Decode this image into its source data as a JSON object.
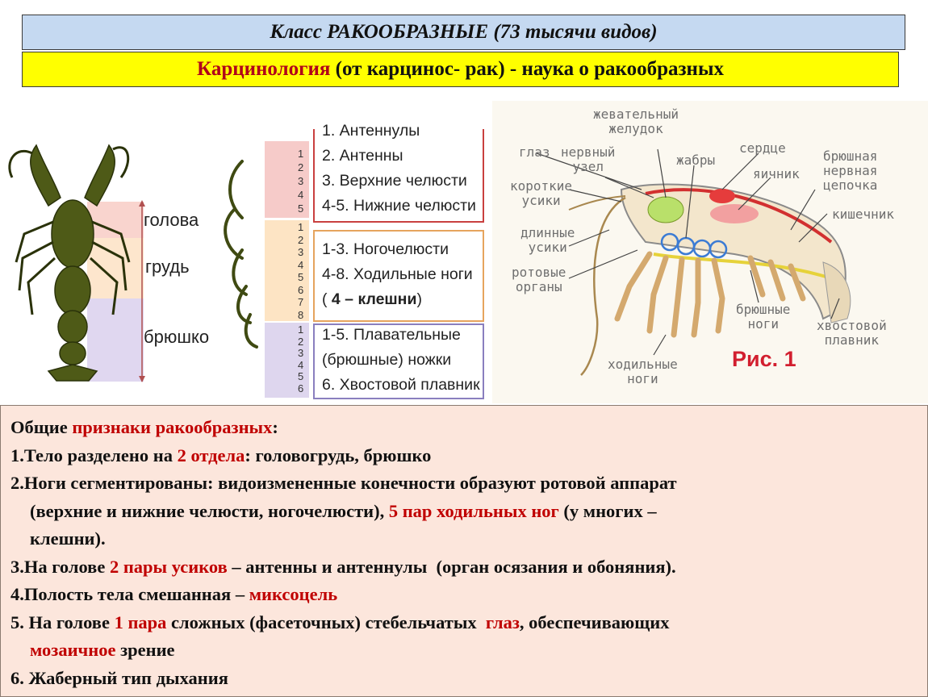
{
  "title": "Класс РАКООБРАЗНЫЕ (73 тысячи видов)",
  "subtitle": {
    "term": "Карцинология",
    "rest": " (от карцинос- рак) - наука о ракообразных"
  },
  "body_parts": {
    "head": "голова",
    "thorax": "грудь",
    "abdomen": "брюшко"
  },
  "segment_numbers": {
    "head": [
      "1",
      "2",
      "3",
      "4",
      "5"
    ],
    "thorax": [
      "1",
      "2",
      "3",
      "4",
      "5",
      "6",
      "7",
      "8"
    ],
    "abdomen": [
      "1",
      "2",
      "3",
      "4",
      "5",
      "6"
    ]
  },
  "appendages": {
    "head": [
      "1. Антеннулы",
      "2. Антенны",
      "3. Верхние челюсти",
      "4-5. Нижние челюсти"
    ],
    "thorax": [
      "1-3. Ногочелюсти",
      "4-8. Ходильные ноги"
    ],
    "thorax_note_open": "(",
    "thorax_note_bold": " 4 – клешни",
    "thorax_note_close": ")",
    "abdomen": [
      "1-5. Плавательные",
      "(брюшные) ножки",
      "6. Хвостовой плавник"
    ]
  },
  "anatomy_labels": {
    "stomach": [
      "жевательный",
      "желудок"
    ],
    "eye": "глаз",
    "ganglion": [
      "нервный",
      "узел"
    ],
    "gills": "жабры",
    "heart": "сердце",
    "ovary": "яичник",
    "nerve_cord": [
      "брюшная",
      "нервная",
      "цепочка"
    ],
    "short_antennae": [
      "короткие",
      "усики"
    ],
    "intestine": "кишечник",
    "long_antennae": [
      "длинные",
      "усики"
    ],
    "mouthparts": [
      "ротовые",
      "органы"
    ],
    "abdominal_legs": [
      "брюшные",
      "ноги"
    ],
    "tail_fin": [
      "хвостовой",
      "плавник"
    ],
    "walking_legs": [
      "ходильные",
      "ноги"
    ],
    "figure": "Рис. 1"
  },
  "features": {
    "heading_a": "Общие ",
    "heading_b": "признаки ракообразных",
    "heading_c": ":",
    "l1_a": "1.Тело разделено на ",
    "l1_b": "2 отдела",
    "l1_c": ": головогрудь, брюшко",
    "l2_a": "2.Ноги сегментированы: видоизмененные конечности образуют ротовой аппарат",
    "l2_b": "(верхние и нижние челюсти, ногочелюсти), ",
    "l2_c": "5 пар ходильных ног",
    "l2_d": " (у многих –",
    "l2_e": "клешни).",
    "l3_a": "3.На голове ",
    "l3_b": "2 пары усиков",
    "l3_c": " – антенны и антеннулы  (орган осязания и обоняния).",
    "l4_a": "4.Полость тела смешанная – ",
    "l4_b": "миксоцель",
    "l5_a": "5. На голове ",
    "l5_b": "1 пара",
    "l5_c": " сложных (фасеточных) стебельчатых  ",
    "l5_d": "глаз",
    "l5_e": ", обеспечивающих",
    "l5_f": "мозаичное",
    "l5_g": " зрение",
    "l6": "6. Жаберный тип дыхания"
  }
}
